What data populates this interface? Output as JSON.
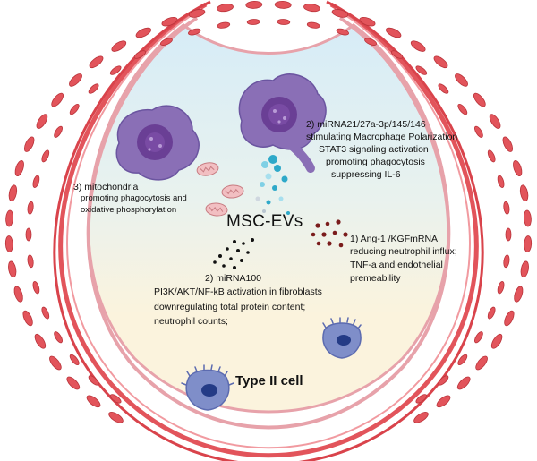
{
  "colors": {
    "background": "#ffffff",
    "alveolus_fill_top": "#d6ecf7",
    "alveolus_fill_bottom": "#fbf3dd",
    "epithelium": "#e7a2aa",
    "red_blood_cell": "#e2545b",
    "macrophage": "#8a6fb6",
    "macrophage_nucleus": "#6a3f95",
    "ev_teal": "#2ea9c9",
    "ev_dark": "#111111",
    "ev_maroon": "#7a1c1c",
    "mitochondria": "#f2bfc2",
    "type2_cell": "#7f8ec9"
  },
  "center_label": "MSC-EVs",
  "type2_cell_label": "Type II cell",
  "mechanisms": {
    "microrna_macrophage": {
      "heading": "2) miRNA21/27a-3p/145/146",
      "lines": [
        "stimulating Macrophage Polarization",
        "STAT3 signaling activation",
        "promoting phagocytosis",
        "suppressing IL-6"
      ]
    },
    "mitochondria": {
      "heading": "3) mitochondria",
      "lines": [
        "promoting phagocytosis and",
        "oxidative phosphorylation"
      ]
    },
    "ang1_kgf": {
      "heading": "1) Ang-1 /KGFmRNA",
      "lines": [
        "reducing neutrophil influx;",
        "TNF-a and endothelial",
        "premeability"
      ]
    },
    "mirna100": {
      "heading": "2) miRNA100",
      "lines": [
        "PI3K/AKT/NF-kB activation in  fibroblasts",
        "downregulating  total protein content;",
        "neutrophil counts;"
      ]
    }
  },
  "icons": [
    "macrophage-icon",
    "mitochondria-icon",
    "alveolar-type2-cell-icon",
    "red-blood-cell-icon",
    "extracellular-vesicle-icon"
  ]
}
